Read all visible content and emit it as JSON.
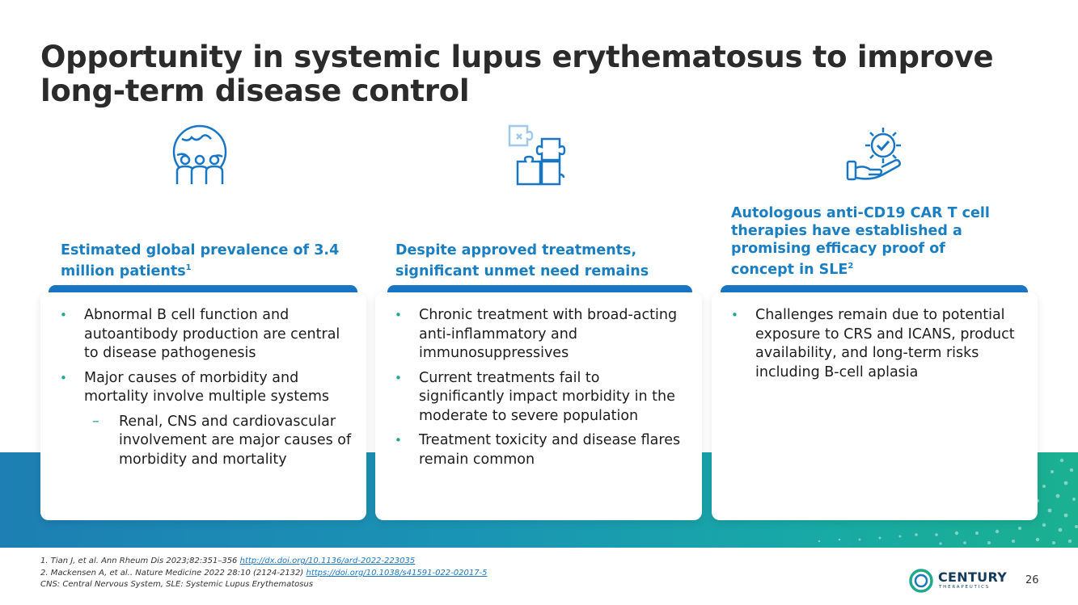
{
  "title": "Opportunity in systemic lupus erythematosus to improve long-term disease control",
  "columns": [
    {
      "icon": "global-community-icon",
      "heading": "Estimated global prevalence of 3.4 million patients",
      "heading_sup": "1",
      "bullets": [
        "Abnormal B cell function and autoantibody production are central to disease pathogenesis",
        "Major causes of morbidity and mortality involve multiple systems"
      ],
      "sub_bullets": [
        "Renal, CNS and cardiovascular involvement are major causes of morbidity and mortality"
      ]
    },
    {
      "icon": "puzzle-icon",
      "heading": "Despite approved treatments, significant unmet need remains",
      "heading_sup": "",
      "bullets": [
        "Chronic treatment with broad-acting anti-inflammatory and immunosuppressives",
        "Current treatments fail to significantly impact morbidity in the moderate to severe population",
        "Treatment toxicity and disease flares remain common"
      ]
    },
    {
      "icon": "gear-hand-check-icon",
      "heading": "Autologous anti-CD19 CAR T cell therapies have established a promising efficacy proof of concept in SLE",
      "heading_sup": "2",
      "bullets": [
        "Challenges remain due to potential exposure to CRS and ICANS, product availability, and long-term risks including B-cell aplasia"
      ]
    }
  ],
  "footnotes": [
    {
      "text": "1.  Tian J, et al. Ann Rheum Dis 2023;82:351–356 ",
      "link": "http://dx.doi.org/10.1136/ard-2022-223035"
    },
    {
      "text": "2. Mackensen A, et al.. Nature Medicine 2022 28:10 (2124-2132) ",
      "link": "https://doi.org/10.1038/s41591-022-02017-5"
    },
    {
      "text": "CNS: Central Nervous System, SLE: Systemic Lupus Erythematosus",
      "link": ""
    }
  ],
  "logo": {
    "name": "CENTURY",
    "subtitle": "THERAPEUTICS"
  },
  "page_number": "26",
  "colors": {
    "accent_blue": "#1976c5",
    "heading_blue": "#1a7fc2",
    "teal": "#20a88f"
  }
}
